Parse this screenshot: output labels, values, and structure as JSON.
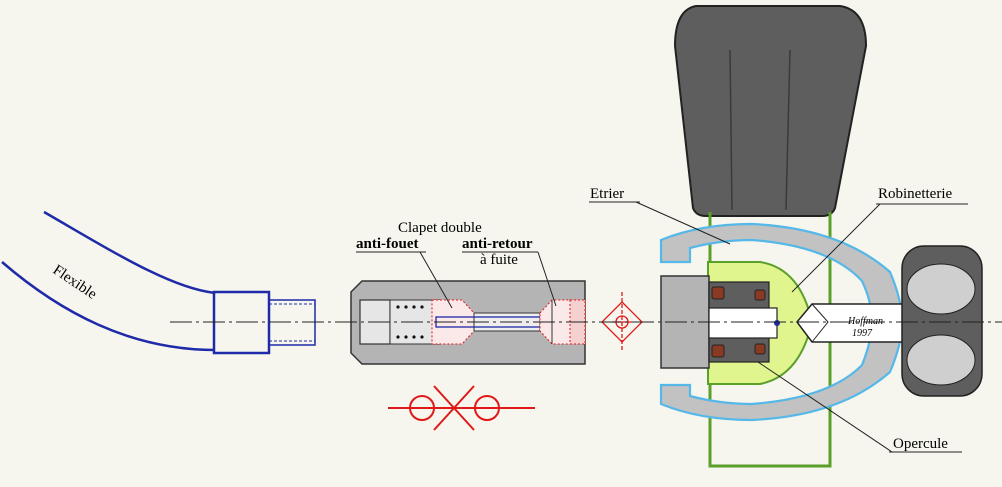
{
  "labels": {
    "flexible": "Flexible",
    "clapet_double": "Clapet double",
    "anti_fouet": "anti-fouet",
    "anti_retour": "anti-retour",
    "a_fuite": "à fuite",
    "etrier": "Etrier",
    "robinetterie": "Robinetterie",
    "opercule": "Opercule"
  },
  "signature": {
    "name": "Hoffman",
    "year": "1997"
  },
  "colors": {
    "background": "#f6f6ee",
    "hose_blue": "#1e2aa8",
    "body_gray": "#b4b4b4",
    "yoke_gray": "#c2c2c2",
    "yoke_outline": "#55b8e8",
    "knob_dark": "#5e5e5e",
    "valve_green": "#e0f58e",
    "valve_outline": "#5aa02a",
    "symbol_red": "#e01818",
    "seal_brown": "#8a3a22"
  }
}
